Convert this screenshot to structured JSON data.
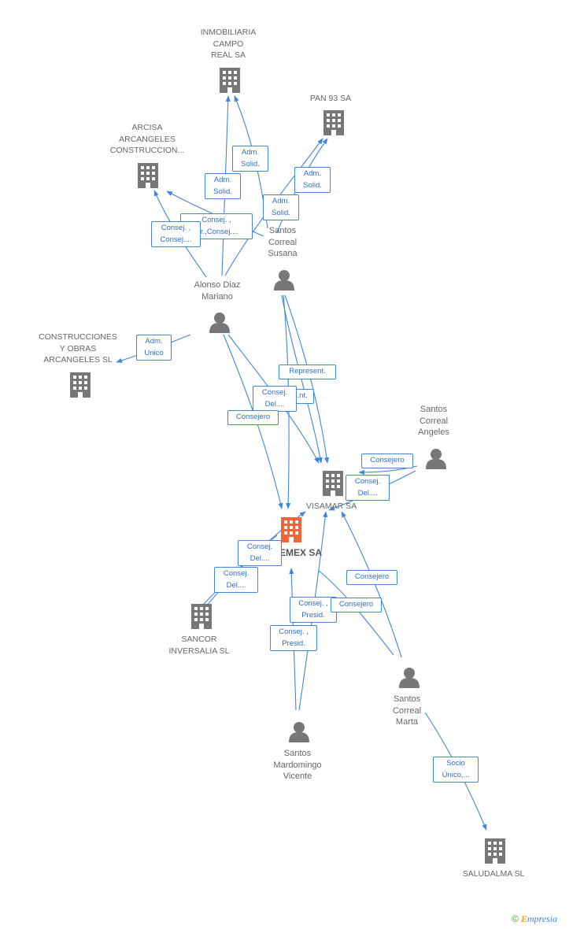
{
  "companies": {
    "inmobiliaria": "INMOBILIARIA\nCAMPO\nREAL SA",
    "pan93": "PAN 93 SA",
    "arcisa": "ARCISA\nARCANGELES\nCONSTRUCCION...",
    "construcciones": "CONSTRUCCIONES\nY OBRAS\nARCANGELES SL",
    "visamar": "VISAMAR SA",
    "main": "EMEX SA",
    "sancor": "SANCOR\nINVERSALIA SL",
    "saludalma": "SALUDALMA SL"
  },
  "persons": {
    "susana": "Santos\nCorreal\nSusana",
    "alonso": "Alonso Diaz\nMariano",
    "angeles": "Santos\nCorreal\nAngeles",
    "marta": "Santos\nCorreal\nMarta",
    "vicente": "Santos\nMardomingo\nVicente"
  },
  "edge_labels": {
    "e1": "Adm.\nSolid.",
    "e2": "Adm.\nSolid.",
    "e3": "Adm.\nSolid.",
    "e4": "Adm.\nSolid.",
    "e5": "Consej. ,\n...r.,Consej....",
    "e6": "Consej. ,\nConsej....",
    "e7": "Adm.\nUnico",
    "e8": "Represent.",
    "e9": "...nt.",
    "e10": "Consej.\nDel....",
    "e11": "Consejero",
    "e12": "Consejero",
    "e13": "Consej.\nDel....",
    "e14": "Consej.\nDel....",
    "e15": "Consej.\nDel....",
    "e16": "Consejero",
    "e17": "Consej. ,\nPresid.",
    "e18": "Consejero",
    "e19": "Consej. ,\nPresid.",
    "e20": "Socio\nÚnico,..."
  },
  "colors": {
    "edge": "#3f86dc",
    "company_icon": "#777777",
    "main_icon": "#f0643a",
    "person_icon": "#777777"
  },
  "footer": {
    "copyright": "©",
    "brand_initial": "E",
    "brand_rest": "mpresia"
  }
}
